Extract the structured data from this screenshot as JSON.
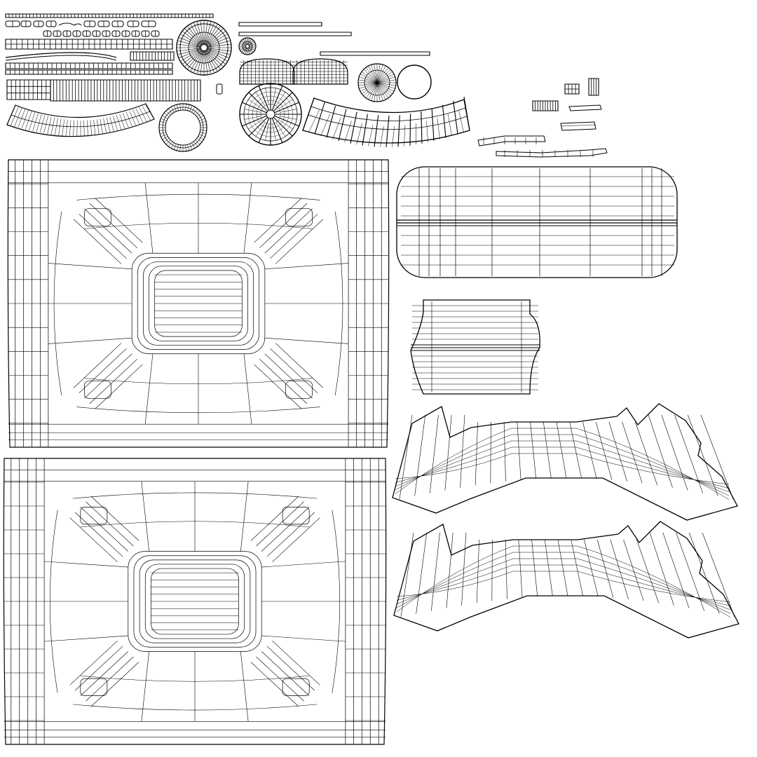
{
  "colors": {
    "background": "#ffffff",
    "wire": "#000000"
  },
  "islands": [
    {
      "name": "uv-island-strip-top"
    },
    {
      "name": "uv-island-chain-links"
    },
    {
      "name": "uv-island-gear-large"
    },
    {
      "name": "uv-island-gear-small"
    },
    {
      "name": "uv-island-long-bars"
    },
    {
      "name": "uv-island-dome-pair"
    },
    {
      "name": "uv-island-fan-disc"
    },
    {
      "name": "uv-island-circle-plain"
    },
    {
      "name": "uv-island-ribbed-block"
    },
    {
      "name": "uv-island-curved-strip"
    },
    {
      "name": "uv-island-ring"
    },
    {
      "name": "uv-island-spoke-wheel"
    },
    {
      "name": "uv-island-arched-frame"
    },
    {
      "name": "uv-island-small-bits"
    },
    {
      "name": "uv-island-quad-upper"
    },
    {
      "name": "uv-island-quad-lower"
    },
    {
      "name": "uv-island-rounded-panel"
    },
    {
      "name": "uv-island-notched-panel"
    },
    {
      "name": "uv-island-curved-shell-upper"
    },
    {
      "name": "uv-island-curved-shell-lower"
    }
  ]
}
